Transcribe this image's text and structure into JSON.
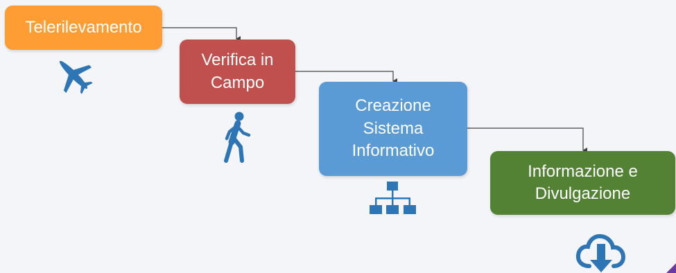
{
  "steps": [
    {
      "label": "Telerilevamento",
      "color": "#ff9d35",
      "icon": "airplane-icon"
    },
    {
      "label": "Verifica in\nCampo",
      "color": "#c0504d",
      "icon": "walking-person-icon"
    },
    {
      "label": "Creazione\nSistema\nInformativo",
      "color": "#5b9bd5",
      "icon": "hierarchy-sitemap-icon"
    },
    {
      "label": "Informazione e\nDivulgazione",
      "color": "#548235",
      "icon": "cloud-download-icon"
    }
  ],
  "colors": {
    "icon": "#2e75b6",
    "connector": "#404040",
    "background": "#f4f5f9"
  }
}
